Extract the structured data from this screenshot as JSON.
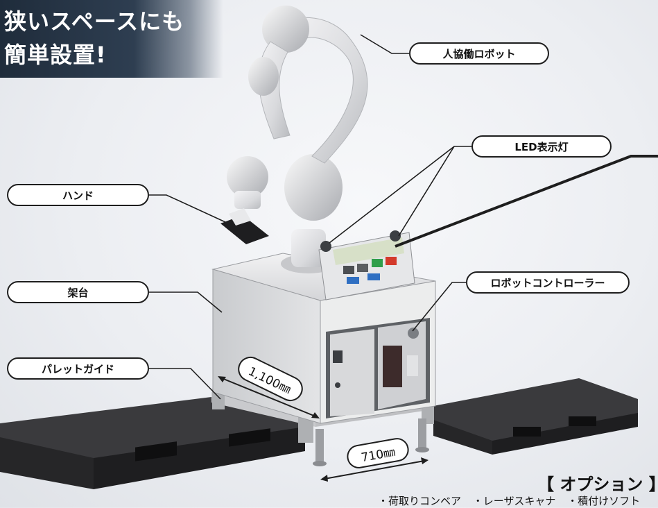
{
  "headline": {
    "line1": "狭いスペースにも",
    "line2": "簡単設置!"
  },
  "callouts": {
    "robot": "人協働ロボット",
    "led": "LED表示灯",
    "hand": "ハンド",
    "frame": "架台",
    "controller": "ロボットコントローラー",
    "pallet_guide": "パレットガイド"
  },
  "dimensions": {
    "depth": "1,100㎜",
    "width": "710㎜"
  },
  "options": {
    "title": "【 オプション 】",
    "items": [
      "・荷取りコンベア",
      "・レーザスキャナ",
      "・積付けソフト"
    ]
  },
  "colors": {
    "headline_bg": "#1f2c3b",
    "pallet": "#2b2b2d",
    "robot": "#e9eaec",
    "panel_screen": "#d7e0c8"
  }
}
